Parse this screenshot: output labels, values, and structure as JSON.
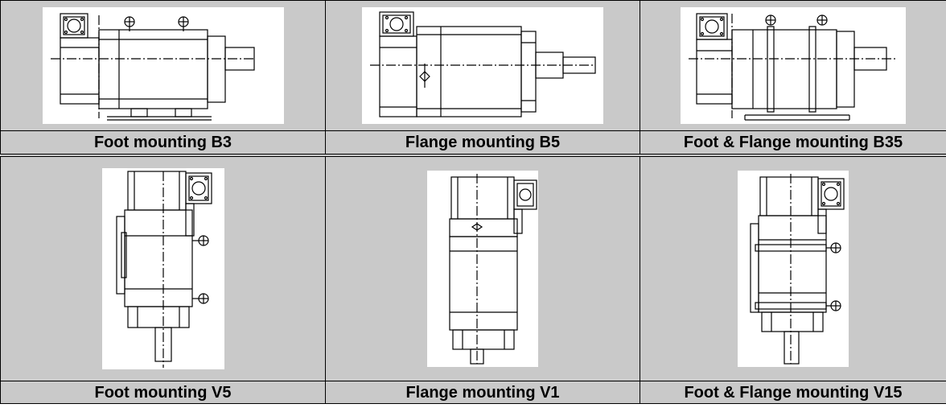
{
  "captions": {
    "b3": "Foot mounting B3",
    "b5": "Flange mounting B5",
    "b35": "Foot & Flange mounting B35",
    "v5": "Foot mounting V5",
    "v1": "Flange mounting V1",
    "v15": "Foot & Flange mounting V15"
  },
  "colors": {
    "cell_background": "#c9c9c9",
    "drawing_background": "#ffffff",
    "line": "#000000"
  }
}
